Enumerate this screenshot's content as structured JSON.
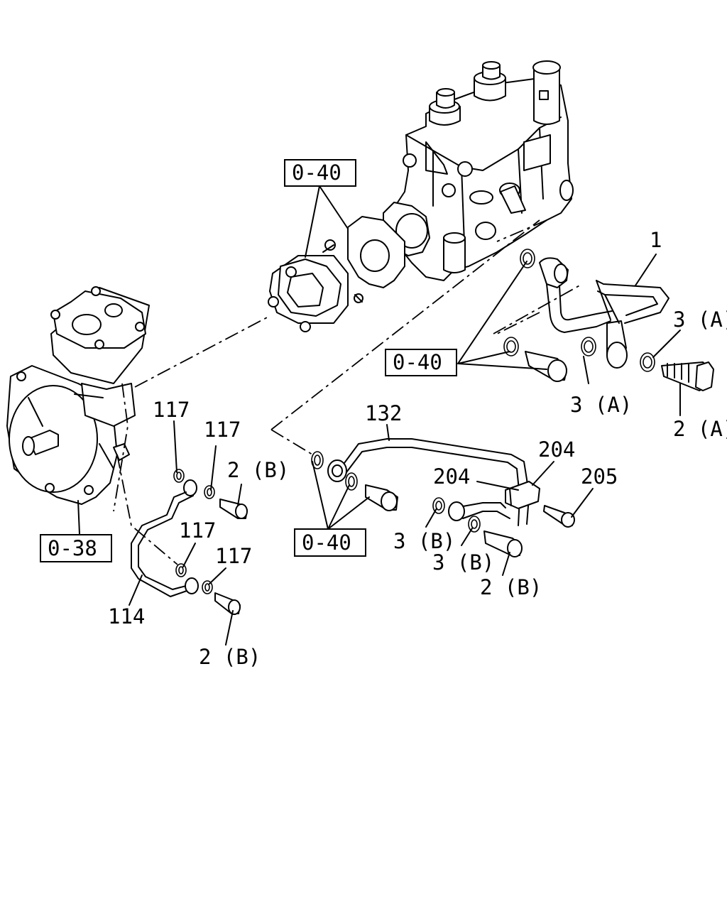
{
  "labels": {
    "ref_0_40_top": "0-40",
    "ref_0_40_right": "0-40",
    "ref_0_40_bottom": "0-40",
    "ref_0_38": "0-38",
    "part_1": "1",
    "part_3a_upper": "3 (A)",
    "part_3a_lower": "3 (A)",
    "part_2a": "2 (A)",
    "part_132": "132",
    "part_204_upper": "204",
    "part_204_left": "204",
    "part_205": "205",
    "part_117_a": "117",
    "part_117_b": "117",
    "part_117_c": "117",
    "part_117_d": "117",
    "part_2b_upper": "2 (B)",
    "part_2b_lower": "2 (B)",
    "part_2b_right": "2 (B)",
    "part_3b_left": "3 (B)",
    "part_3b_right": "3 (B)",
    "part_114": "114"
  }
}
